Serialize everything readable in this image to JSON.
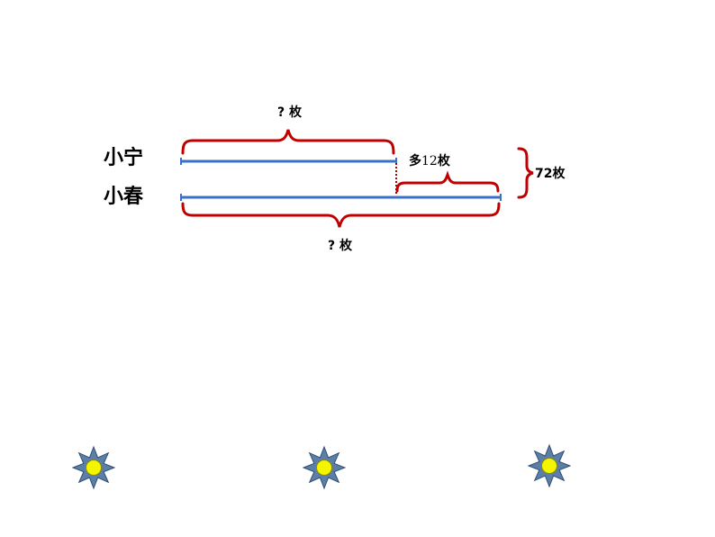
{
  "diagram": {
    "name_top": "小宁",
    "name_bottom": "小春",
    "top_brace_label": "? 枚",
    "bottom_brace_label": "? 枚",
    "difference_label": {
      "prefix": "多",
      "number": "12",
      "suffix": "枚"
    },
    "total_label": "72枚"
  },
  "colors": {
    "segment_line": "#3a70c8",
    "brace": "#c00000",
    "dotted_guide": "#c00000",
    "star_outer": "#5b7fa8",
    "star_inner": "#f5f500"
  },
  "decorations": {
    "star_count": 3
  }
}
